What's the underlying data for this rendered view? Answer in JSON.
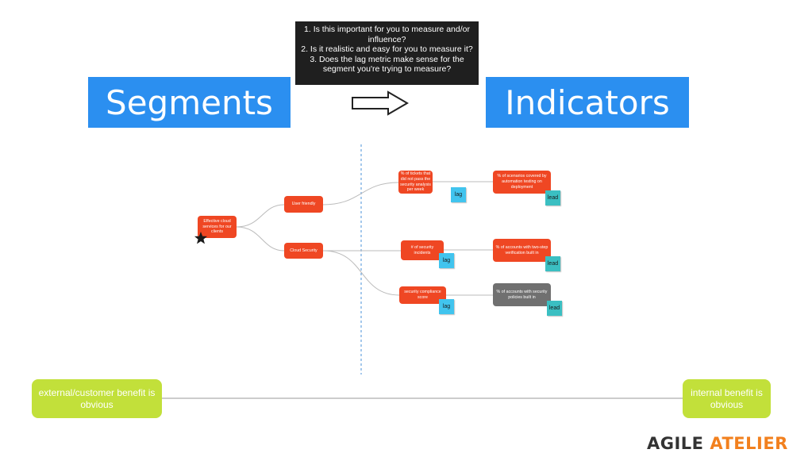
{
  "questions": [
    "1. Is this important for you to measure and/or",
    "influence?",
    "2. Is it realistic and easy for you to measure it?",
    "3. Does the lag metric make sense for the",
    "segment you're trying to measure?"
  ],
  "segments_title": "Segments",
  "indicators_title": "Indicators",
  "mindmap": {
    "root": "Effective cloud services for our clients",
    "branches": [
      "User friendly",
      "Cloud Security"
    ],
    "lag_metrics": [
      {
        "label": "% of tickets that did not pass the security analysis per week",
        "tag": "lag"
      },
      {
        "label": "# of security incidents",
        "tag": "lag"
      },
      {
        "label": "security compliance score",
        "tag": "lag"
      }
    ],
    "lead_metrics": [
      {
        "label": "% of scenarios covered by automation testing on deployment",
        "tag": "lead"
      },
      {
        "label": "% of accounts with two-step verification built in",
        "tag": "lead"
      },
      {
        "label": "% of accounts with security policies built in",
        "tag": "lead"
      }
    ]
  },
  "scale": {
    "left": "external/customer benefit is obvious",
    "right": "internal benefit is obvious"
  },
  "logo": {
    "part1": "AGILE",
    "part2": "ATELIER"
  },
  "colors": {
    "banner": "#2b8ff0",
    "node": "#ef4723",
    "node_grey": "#707070",
    "lag_sticky": "#41c4ee",
    "lead_sticky": "#3bbfc2",
    "scale_box": "#c2e03a",
    "dark_box": "#1f1f1f"
  }
}
